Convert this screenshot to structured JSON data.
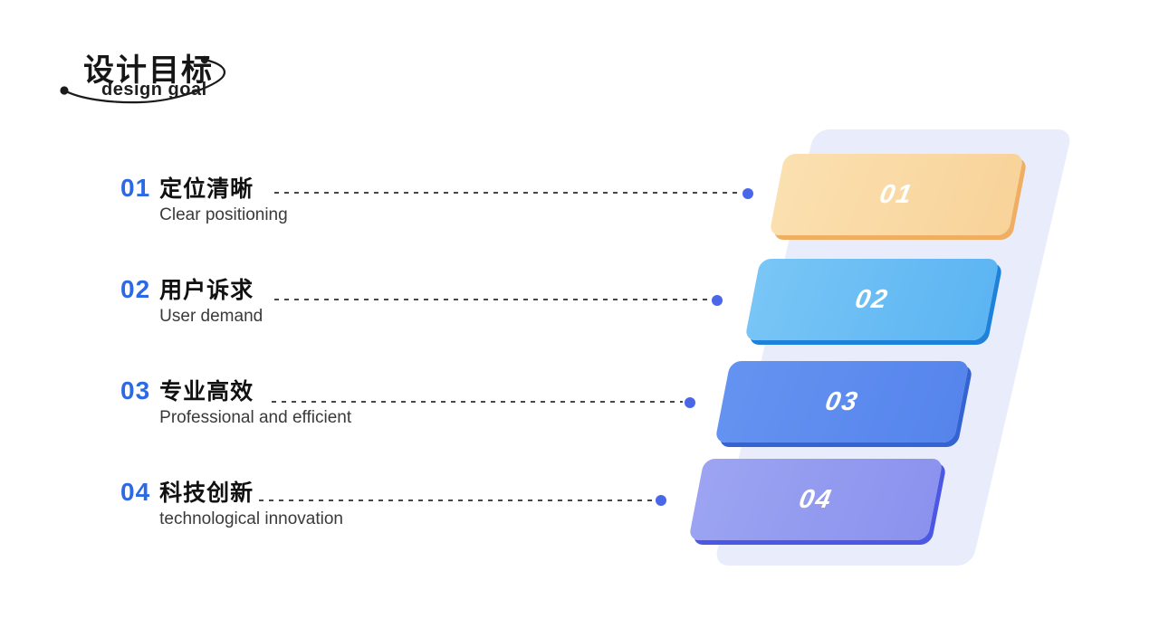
{
  "header": {
    "title_zh": "设计目标",
    "title_en": "design goal"
  },
  "goals": [
    {
      "number": "01",
      "title_zh": "定位清晰",
      "subtitle_en": "Clear positioning",
      "card_label": "01",
      "card_color": "#F8D399",
      "card_edge_color": "#EFAE62"
    },
    {
      "number": "02",
      "title_zh": "用户诉求",
      "subtitle_en": "User demand",
      "card_label": "02",
      "card_color": "#5BB4F2",
      "card_edge_color": "#1E82DB"
    },
    {
      "number": "03",
      "title_zh": "专业高效",
      "subtitle_en": "Professional and efficient",
      "card_label": "03",
      "card_color": "#5584EC",
      "card_edge_color": "#3564D2"
    },
    {
      "number": "04",
      "title_zh": "科技创新",
      "subtitle_en": "technological innovation",
      "card_label": "04",
      "card_color": "#8A92EE",
      "card_edge_color": "#4C58E3"
    }
  ],
  "colors": {
    "accent_number": "#2B69E6",
    "leader_dash": "#474747",
    "leader_dot": "#4A67E8",
    "panel_background": "#E9EDFB",
    "card_label_text": "#FFFFFF",
    "title_text": "#161616"
  }
}
